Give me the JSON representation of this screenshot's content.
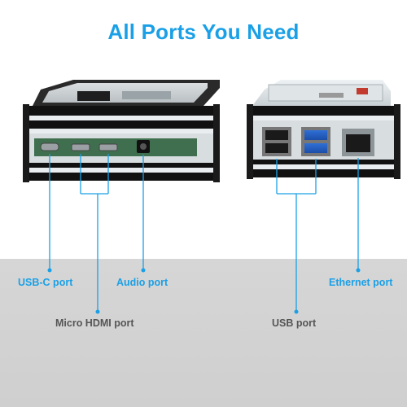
{
  "title": "All Ports You Need",
  "left_labels": {
    "usb_c": "USB-C port",
    "audio": "Audio port",
    "micro_hdmi": "Micro HDMI port"
  },
  "right_labels": {
    "usb": "USB port",
    "ethernet": "Ethernet port"
  },
  "colors": {
    "accent": "#1aa0e6",
    "grey_label": "#555555",
    "floor": "#d3d3d3"
  }
}
